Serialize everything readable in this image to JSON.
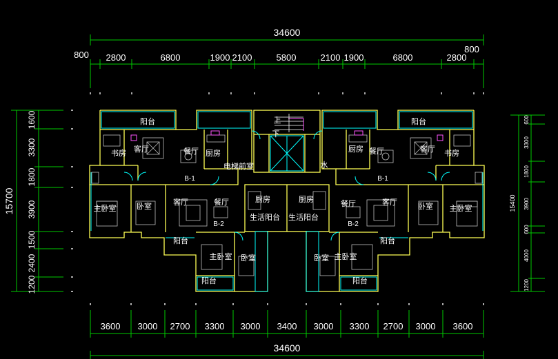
{
  "dimensions": {
    "top_total": "34600",
    "top_left_edge": "800",
    "top_right_edge": "800",
    "top_segments": [
      "2800",
      "6800",
      "1900",
      "2100",
      "5800",
      "2100",
      "1900",
      "6800",
      "2800"
    ],
    "bottom_segments": [
      "3600",
      "3000",
      "2700",
      "3300",
      "3000",
      "3400",
      "3000",
      "3300",
      "2700",
      "3000",
      "3600"
    ],
    "bottom_total": "34600",
    "left_total": "15700",
    "left_segments": [
      "1600",
      "3300",
      "1800",
      "3900",
      "1500",
      "2400",
      "1200"
    ],
    "right_total": "15400",
    "right_segments": [
      "600",
      "3300",
      "1800",
      "3900",
      "600",
      "4000",
      "1200"
    ]
  },
  "rooms": {
    "balcony": "阳台",
    "study": "书房",
    "living": "客厅",
    "dining": "餐厅",
    "kitchen": "厨房",
    "master_bedroom": "主卧室",
    "bedroom": "卧室",
    "service_balcony": "生活阳台",
    "elevator_room": "电梯前室",
    "up": "上",
    "down": "下",
    "water": "水",
    "unit_b1": "B-1",
    "unit_b2": "B-2"
  },
  "colors": {
    "wall": "#ffff55",
    "glazing": "#00ffff",
    "dimension": "#00cc00",
    "text": "#ffffff",
    "furniture": "#c0c0c0",
    "accent": "#ff55ff"
  }
}
